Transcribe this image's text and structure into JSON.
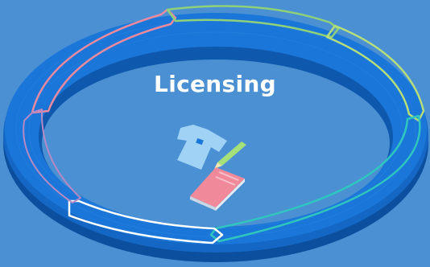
{
  "diagram": {
    "center_label": "Licensing",
    "colors": {
      "background": "#4a90d2",
      "ring_dark": "#0b4f9e",
      "ring_mid": "#1467c4",
      "ring_top": "#1a76d8",
      "inner_fill": "#4a90d2",
      "segment_pink": "#e88aa0",
      "segment_green": "#8fd17a",
      "segment_lime": "#b5de7c",
      "segment_teal": "#2fc6c0",
      "segment_white": "#ffffff",
      "segment_mauve": "#b48ac6",
      "shirt": "#9fd2f5",
      "pencil": "#a6e07a",
      "book": "#f08a9a"
    },
    "segments": [
      {
        "id": "pink",
        "color": "#e88aa0"
      },
      {
        "id": "green",
        "color": "#8fd17a"
      },
      {
        "id": "lime",
        "color": "#b5de7c"
      },
      {
        "id": "teal",
        "color": "#2fc6c0"
      },
      {
        "id": "white",
        "color": "#ffffff"
      },
      {
        "id": "mauve",
        "color": "#b48ac6"
      }
    ],
    "illustration_icons": [
      "t-shirt-icon",
      "pencil-icon",
      "book-icon"
    ]
  }
}
